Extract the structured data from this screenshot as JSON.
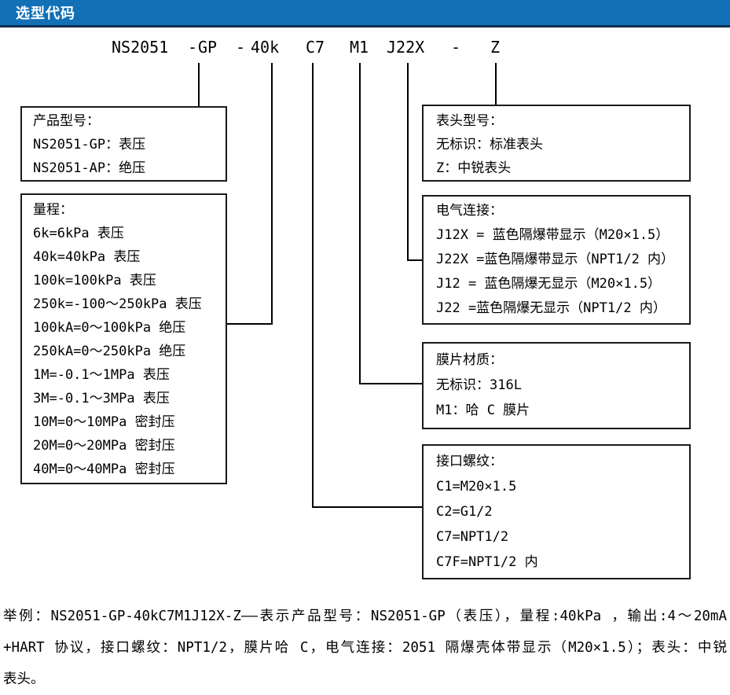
{
  "colors": {
    "header_bg": "#1170b6",
    "header_rule": "#132e4e",
    "line_color": "#000000"
  },
  "header": {
    "title": "选型代码"
  },
  "code": {
    "segments": [
      {
        "id": "model",
        "text": "NS2051"
      },
      {
        "id": "sep1",
        "text": "-"
      },
      {
        "id": "product-type",
        "text": "GP"
      },
      {
        "id": "sep2",
        "text": "-"
      },
      {
        "id": "range",
        "text": "40k"
      },
      {
        "id": "thread",
        "text": "C7"
      },
      {
        "id": "diaphragm",
        "text": "M1"
      },
      {
        "id": "electrical",
        "text": "J22X"
      },
      {
        "id": "sep3",
        "text": "-"
      },
      {
        "id": "head",
        "text": "Z"
      }
    ]
  },
  "boxes": {
    "product_model": {
      "title": "产品型号：",
      "lines": [
        "NS2051-GP：表压",
        "NS2051-AP：绝压"
      ]
    },
    "range": {
      "title": "量程：",
      "lines": [
        "6k=6kPa 表压",
        "40k=40kPa 表压",
        "100k=100kPa 表压",
        "250k=-100～250kPa 表压",
        "100kA=0～100kPa 绝压",
        "250kA=0～250kPa 绝压",
        "1M=-0.1～1MPa 表压",
        "3M=-0.1～3MPa 表压",
        "10M=0～10MPa 密封压",
        "20M=0～20MPa 密封压",
        "40M=0～40MPa 密封压"
      ]
    },
    "display_head": {
      "title": "表头型号：",
      "lines": [
        "无标识：标准表头",
        "Z：中锐表头"
      ]
    },
    "electrical": {
      "title": "电气连接：",
      "lines": [
        "J12X = 蓝色隔爆带显示（M20×1.5）",
        "J22X =蓝色隔爆带显示（NPT1/2 内）",
        "J12 = 蓝色隔爆无显示（M20×1.5）",
        "J22 =蓝色隔爆无显示（NPT1/2 内）"
      ]
    },
    "diaphragm": {
      "title": "膜片材质：",
      "lines": [
        "无标识：316L",
        "M1：哈 C 膜片"
      ]
    },
    "thread": {
      "title": "接口螺纹：",
      "lines": [
        "C1=M20×1.5",
        "C2=G1/2",
        "C7=NPT1/2",
        "C7F=NPT1/2 内"
      ]
    }
  },
  "example": {
    "lines": [
      "举例：NS2051-GP-40kC7M1J12X-Z——表示产品型号：NS2051-GP（表压），量程:40kPa ，输出:4～20mA",
      "+HART 协议，接口螺纹：NPT1/2，膜片哈 C，电气连接：2051 隔爆壳体带显示（M20×1.5）；表头：中锐",
      "表头。"
    ]
  }
}
